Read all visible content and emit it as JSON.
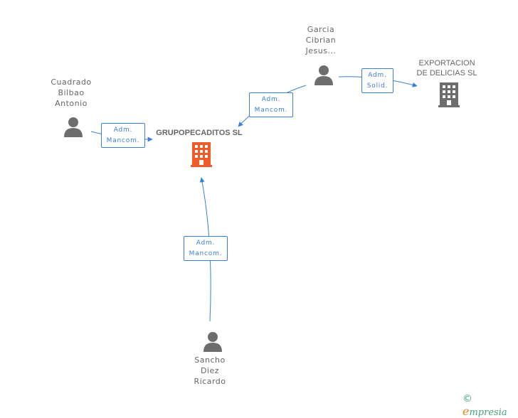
{
  "colors": {
    "edge": "#3a7fd5",
    "person": "#6d6d6d",
    "company_main": "#f05a28",
    "company_other": "#6d6d6d",
    "label": "#666666"
  },
  "nodes": {
    "cuadrado": {
      "label": "Cuadrado\nBilbao\nAntonio",
      "icon": "person-icon"
    },
    "garcia": {
      "label": "Garcia\nCibrian\nJesus...",
      "icon": "person-icon"
    },
    "sancho": {
      "label": "Sancho\nDiez\nRicardo",
      "icon": "person-icon"
    },
    "grupo": {
      "label": "GRUPOPECADITOS SL",
      "icon": "building-icon"
    },
    "exportacion": {
      "label": "EXPORTACION\nDE DELICIAS  SL",
      "icon": "building-icon"
    }
  },
  "edges": {
    "cuadrado_grupo": {
      "line1": "Adm.",
      "line2": "Mancom."
    },
    "garcia_grupo": {
      "line1": "Adm.",
      "line2": "Mancom."
    },
    "garcia_export": {
      "line1": "Adm.",
      "line2": "Solid."
    },
    "sancho_grupo": {
      "line1": "Adm.",
      "line2": "Mancom."
    }
  },
  "footer": {
    "copyright": "©",
    "brand_e": "e",
    "brand_rest": "mpresia"
  }
}
